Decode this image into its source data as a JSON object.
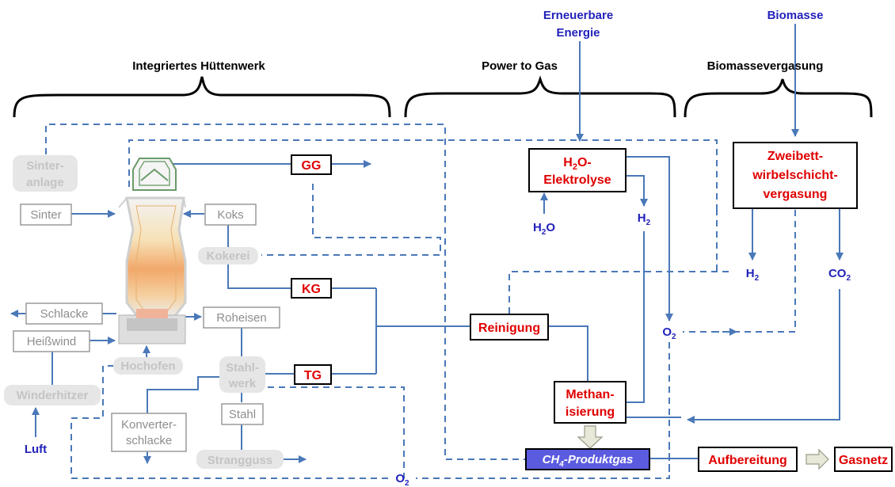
{
  "sources": {
    "renewable_line1": "Erneuerbare",
    "renewable_line2": "Energie",
    "biomass": "Biomasse"
  },
  "sections": {
    "steelworks": "Integriertes Hüttenwerk",
    "power_to_gas": "Power to Gas",
    "biomass_gasification": "Biomassevergasung"
  },
  "steelworks": {
    "sinter_plant_1": "Sinter-",
    "sinter_plant_2": "anlage",
    "sinter": "Sinter",
    "coke": "Koks",
    "coke_oven": "Kokerei",
    "slag": "Schlacke",
    "pig_iron": "Roheisen",
    "hot_blast": "Heißwind",
    "blast_furnace": "Hochofen",
    "steel_plant_1": "Stahl-",
    "steel_plant_2": "werk",
    "hot_blast_stove": "Winderhitzer",
    "converter_slag_1": "Konverter-",
    "converter_slag_2": "schlacke",
    "steel": "Stahl",
    "continuous_casting": "Strangguss",
    "air": "Luft"
  },
  "gases": {
    "gg": "GG",
    "kg": "KG",
    "tg": "TG"
  },
  "process": {
    "electrolysis_1": "H",
    "electrolysis_sub": "2",
    "electrolysis_2": "O-",
    "electrolysis_3": "Elektrolyse",
    "gasification_1": "Zweibett-",
    "gasification_2": "wirbelschicht-",
    "gasification_3": "vergasung",
    "cleaning": "Reinigung",
    "methanation_1": "Methan-",
    "methanation_2": "isierung",
    "product_gas_1": "CH",
    "product_gas_sub": "4",
    "product_gas_2": "-Produktgas",
    "processing": "Aufbereitung",
    "gas_grid": "Gasnetz"
  },
  "species": {
    "h2o_base": "H",
    "h2o_sub": "2",
    "h2o_end": "O",
    "h2_base": "H",
    "h2_sub": "2",
    "o2_base": "O",
    "o2_sub": "2",
    "co2_base": "CO",
    "co2_sub": "2"
  },
  "colors": {
    "process_red": "#e00000",
    "flow_blue": "#4a78b8",
    "label_blue": "#2222bb",
    "product_fill": "#5b5be0"
  }
}
